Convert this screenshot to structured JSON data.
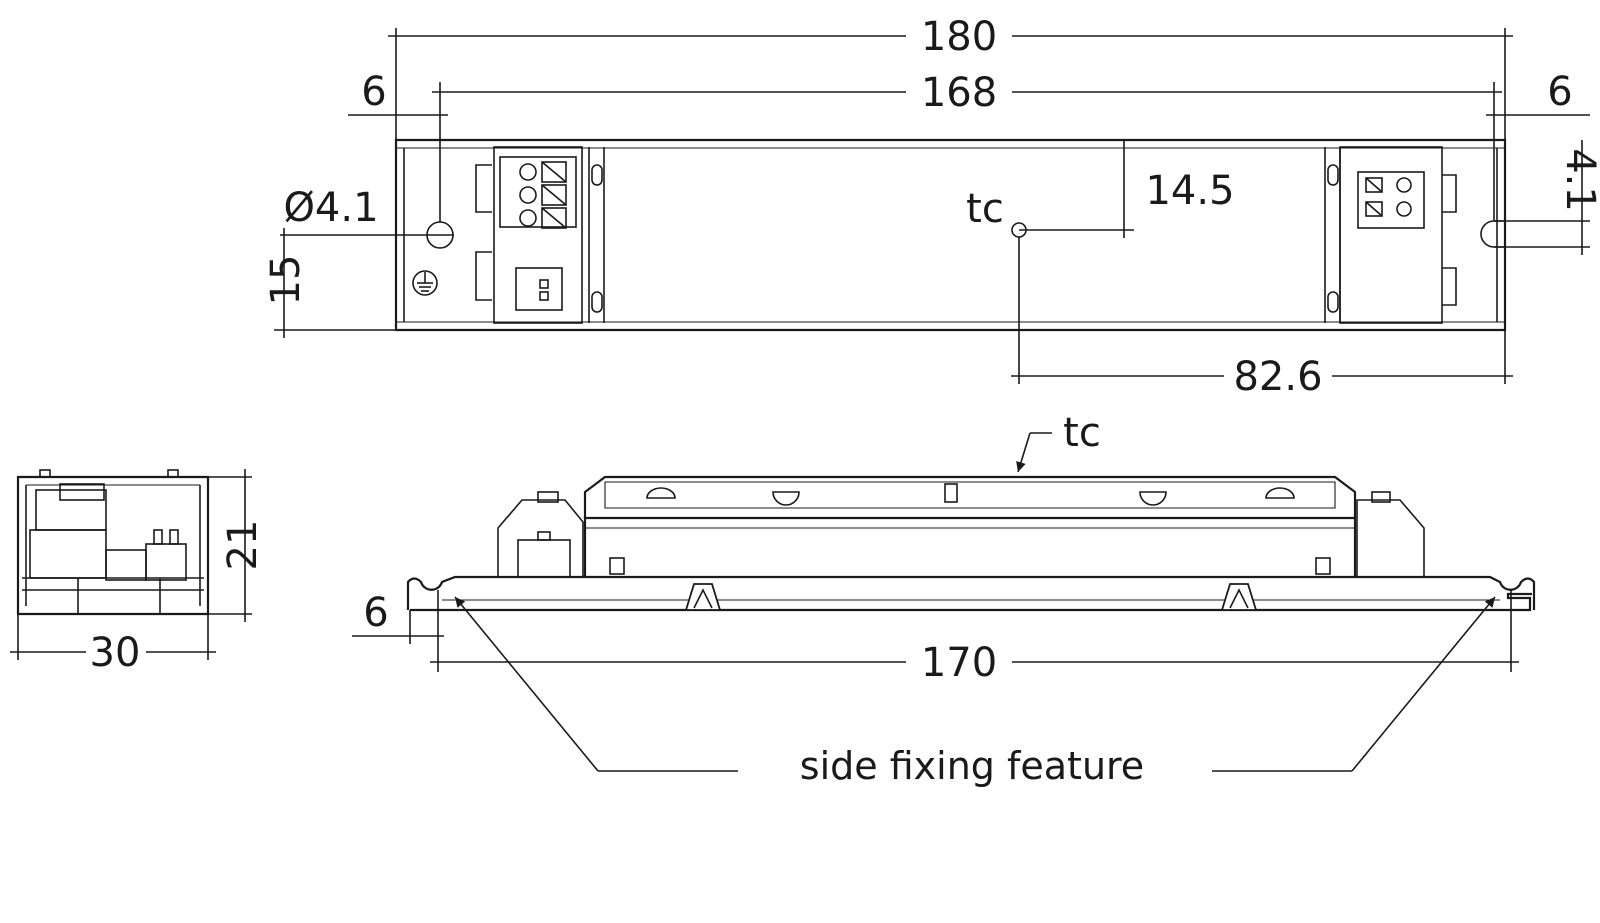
{
  "top_view": {
    "dim_length_total": "180",
    "dim_hole_spacing": "168",
    "dim_end_left": "6",
    "dim_end_right": "6",
    "dim_hole_diameter": "Ø4.1",
    "dim_hole_height": "15",
    "dim_tc_offset": "14.5",
    "dim_slot_width": "4.1",
    "dim_tc_position": "82.6",
    "tc_label": "tc"
  },
  "end_view": {
    "dim_height": "21",
    "dim_width": "30"
  },
  "side_view": {
    "tc_label": "tc",
    "dim_edge": "6",
    "dim_fixing_spacing": "170",
    "note": "side fixing feature"
  }
}
